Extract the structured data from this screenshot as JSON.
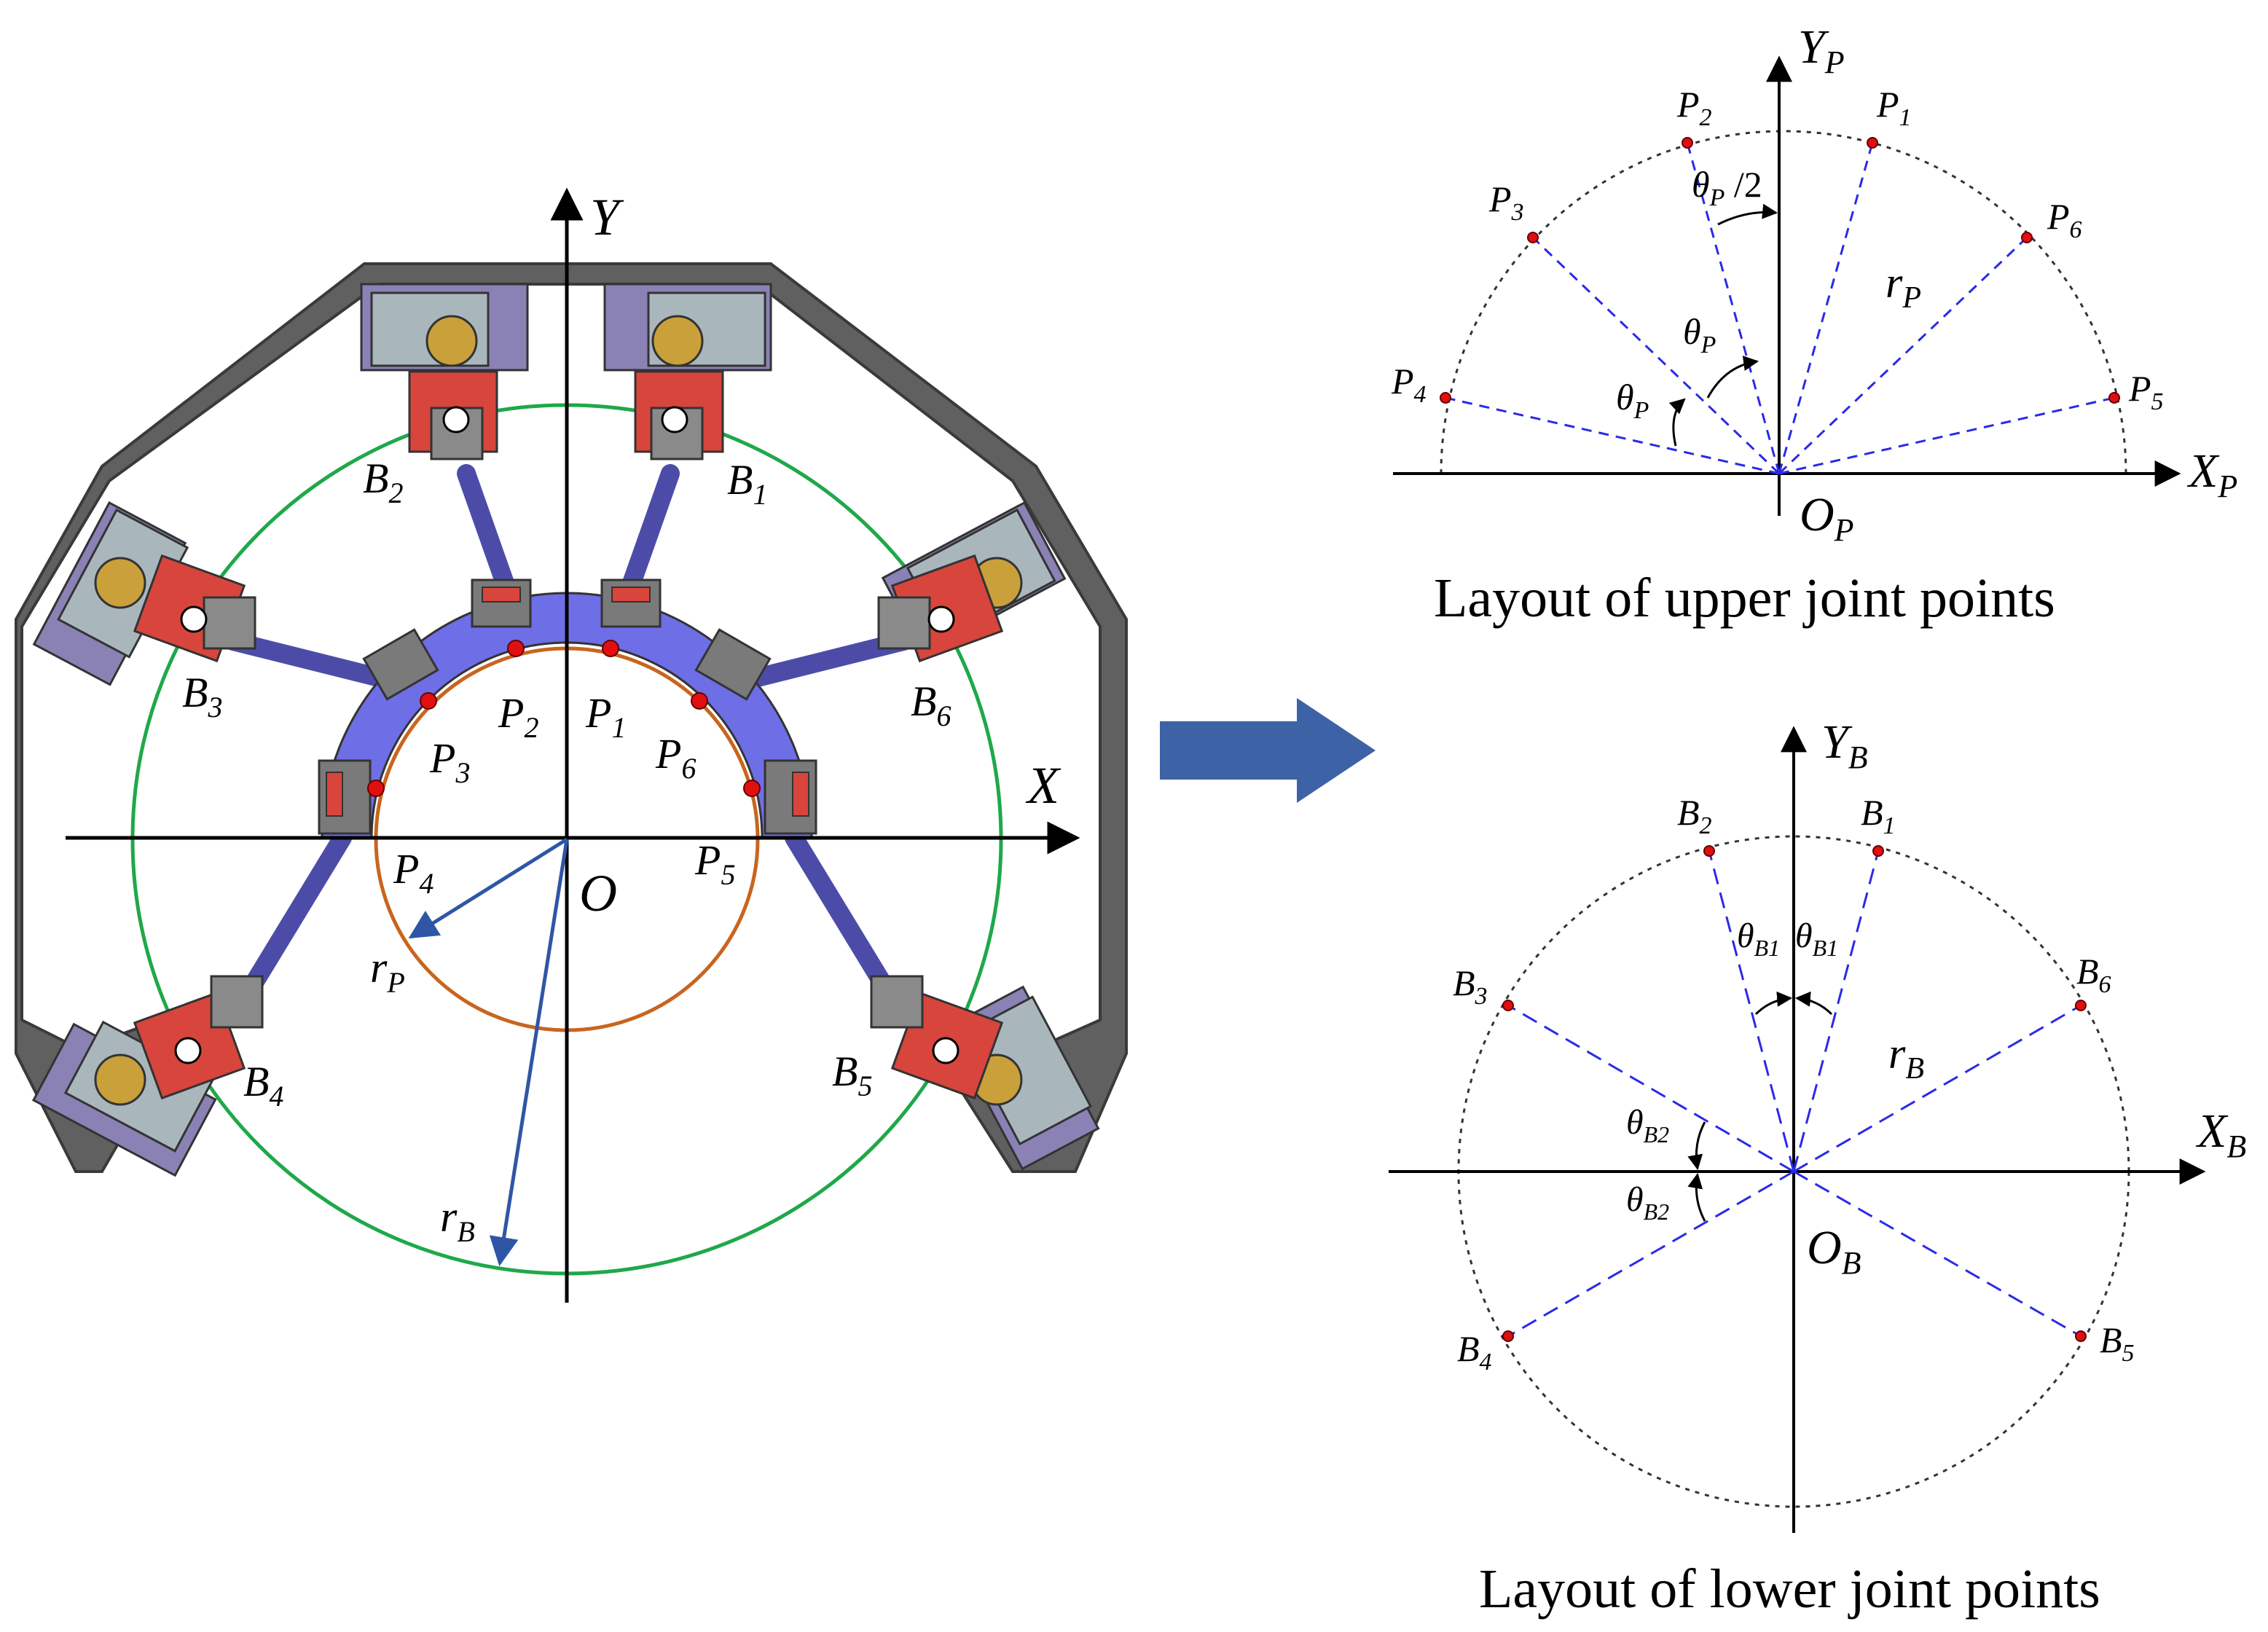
{
  "mechanism": {
    "axis_x": "X",
    "axis_y": "Y",
    "origin": "O",
    "radius_platform": {
      "main": "r",
      "sub": "P"
    },
    "radius_base": {
      "main": "r",
      "sub": "B"
    },
    "platform_points": [
      {
        "main": "P",
        "sub": "1"
      },
      {
        "main": "P",
        "sub": "2"
      },
      {
        "main": "P",
        "sub": "3"
      },
      {
        "main": "P",
        "sub": "4"
      },
      {
        "main": "P",
        "sub": "5"
      },
      {
        "main": "P",
        "sub": "6"
      }
    ],
    "base_points": [
      {
        "main": "B",
        "sub": "1"
      },
      {
        "main": "B",
        "sub": "2"
      },
      {
        "main": "B",
        "sub": "3"
      },
      {
        "main": "B",
        "sub": "4"
      },
      {
        "main": "B",
        "sub": "5"
      },
      {
        "main": "B",
        "sub": "6"
      }
    ]
  },
  "upper_layout": {
    "caption": "Layout of upper joint points",
    "axis_x": {
      "main": "X",
      "sub": "P"
    },
    "axis_y": {
      "main": "Y",
      "sub": "P"
    },
    "origin": {
      "main": "O",
      "sub": "P"
    },
    "radius": {
      "main": "r",
      "sub": "P"
    },
    "angle_half": {
      "main": "θ",
      "sub": "P",
      "suffix": " /2"
    },
    "angle": {
      "main": "θ",
      "sub": "P"
    },
    "points": [
      {
        "main": "P",
        "sub": "1"
      },
      {
        "main": "P",
        "sub": "2"
      },
      {
        "main": "P",
        "sub": "3"
      },
      {
        "main": "P",
        "sub": "4"
      },
      {
        "main": "P",
        "sub": "5"
      },
      {
        "main": "P",
        "sub": "6"
      }
    ]
  },
  "lower_layout": {
    "caption": "Layout of lower joint points",
    "axis_x": {
      "main": "X",
      "sub": "B"
    },
    "axis_y": {
      "main": "Y",
      "sub": "B"
    },
    "origin": {
      "main": "O",
      "sub": "B"
    },
    "radius": {
      "main": "r",
      "sub": "B"
    },
    "angle_1": {
      "main": "θ",
      "sub": "B1"
    },
    "angle_2": {
      "main": "θ",
      "sub": "B2"
    },
    "points": [
      {
        "main": "B",
        "sub": "1"
      },
      {
        "main": "B",
        "sub": "2"
      },
      {
        "main": "B",
        "sub": "3"
      },
      {
        "main": "B",
        "sub": "4"
      },
      {
        "main": "B",
        "sub": "5"
      },
      {
        "main": "B",
        "sub": "6"
      }
    ]
  },
  "colors": {
    "frame": "#5f5f5f",
    "purple_mount": "#8a82b4",
    "gray_block": "#a9b7bd",
    "red_joint": "#d8453c",
    "platform": "#6e6ee6",
    "leg": "#5656b0",
    "base_circle": "#1fa84a",
    "platform_circle": "#c8651e",
    "radius_arrow": "#2f56a6",
    "transition_arrow": "#3d62a6",
    "joint_dot": "#e01010",
    "dashed_blue": "#2a2ae6"
  },
  "icons": {
    "transition": "right-arrow-icon"
  }
}
